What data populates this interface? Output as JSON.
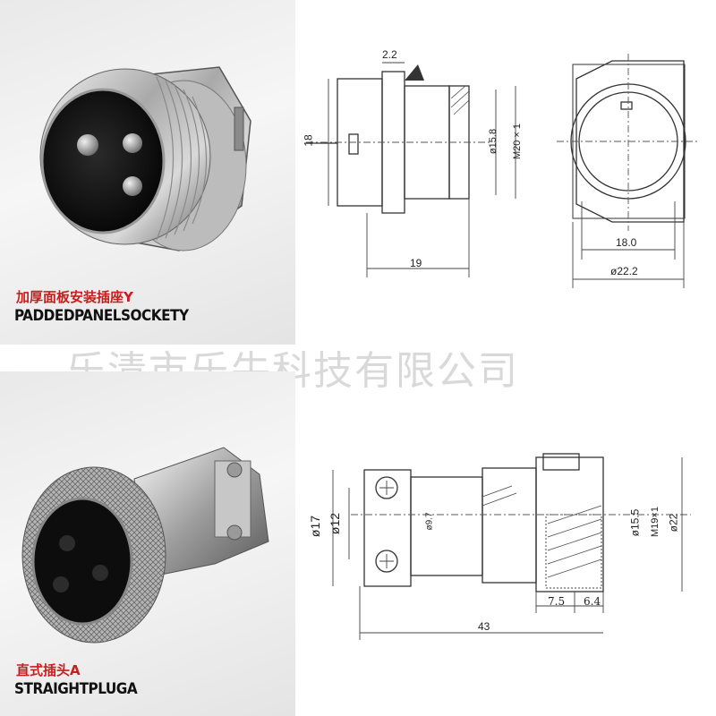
{
  "panels": {
    "socket": {
      "label_cn": "加厚面板安装插座Y",
      "label_en": "PADDEDPANELSOCKETY",
      "dims_side": {
        "d1": "2.2",
        "d2": "18",
        "d3": "ø15.8",
        "d4": "M20 × 1",
        "d5": "19"
      },
      "dims_front": {
        "d1": "18.0",
        "d2": "ø22.2"
      }
    },
    "plug": {
      "label_cn": "直式插头A",
      "label_en": "STRAIGHTPLUGA",
      "dims": {
        "d1": "ø17",
        "d2": "ø12",
        "d3": "ø9.7",
        "d4": "ø15.5",
        "d5": "M19×1",
        "d6": "ø22",
        "d7": "7.5",
        "d8": "6.4",
        "d9": "43"
      }
    }
  },
  "watermark": "乐清市乐牛科技有限公司",
  "colors": {
    "label_cn": "#c81e1e",
    "label_en": "#111111",
    "watermark": "#787878"
  },
  "icons": [
    "socket-photo",
    "plug-photo",
    "screw-head-icon"
  ]
}
